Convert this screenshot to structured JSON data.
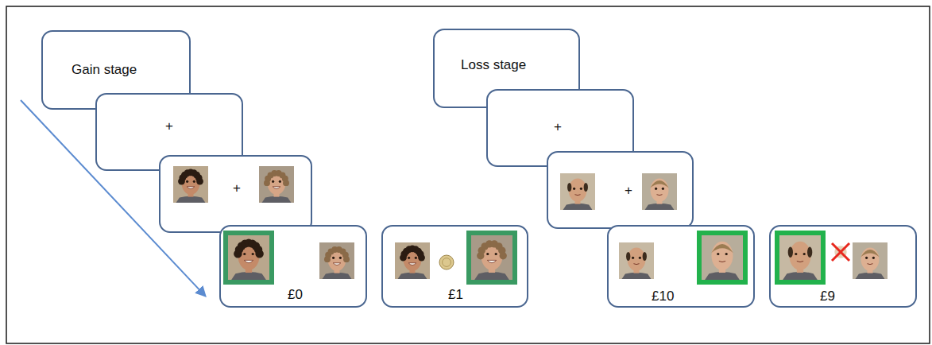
{
  "diagram": {
    "nodes": [
      {
        "text": [
          "Gain stage"
        ]
      },
      {
        "text": [
          "+"
        ]
      },
      {
        "text": [
          "+"
        ]
      },
      {
        "text": [
          "£0"
        ]
      },
      {
        "text": [
          "£1"
        ]
      },
      {
        "text": [
          "Loss stage"
        ]
      },
      {
        "text": [
          "+"
        ]
      },
      {
        "text": [
          "+"
        ]
      },
      {
        "text": [
          "£10"
        ]
      },
      {
        "text": [
          "£9"
        ]
      }
    ]
  }
}
